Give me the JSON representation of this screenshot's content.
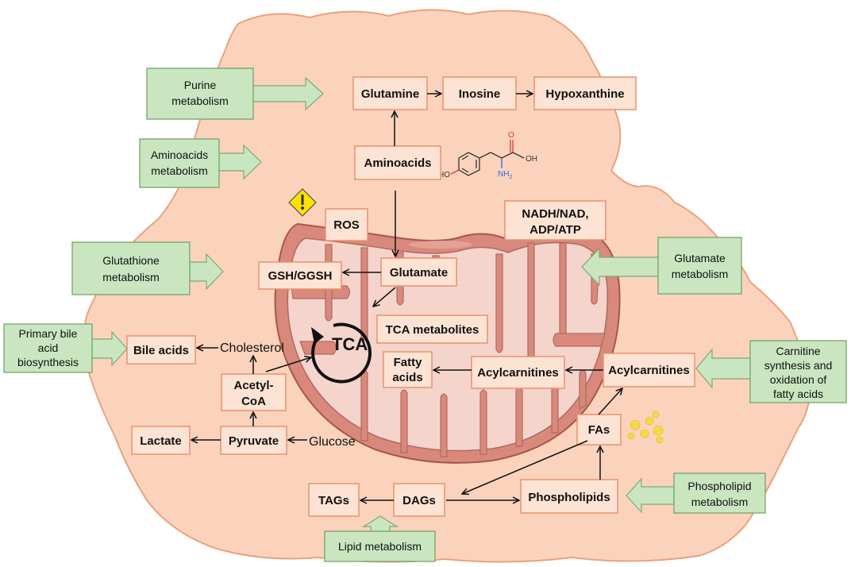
{
  "colors": {
    "cell_fill": "#fbd3bd",
    "cell_edge": "#e8a27e",
    "mito_outer": "#d9897c",
    "mito_inner": "#f5d4cc",
    "box_fill": "#fde3d3",
    "box_edge": "#e8916c",
    "pathway_fill": "#c9e6c0",
    "pathway_edge": "#6f9e62",
    "warning": "#ffe200"
  },
  "metabolites": {
    "glutamine": "Glutamine",
    "inosine": "Inosine",
    "hypoxanthine": "Hypoxanthine",
    "aminoacids": "Aminoacids",
    "ros": "ROS",
    "nadh_line1": "NADH/NAD,",
    "nadh_line2": "ADP/ATP",
    "gsh": "GSH/GGSH",
    "glutamate": "Glutamate",
    "tca_metabolites": "TCA metabolites",
    "bile_acids": "Bile acids",
    "fatty_acids_line1": "Fatty",
    "fatty_acids_line2": "acids",
    "acylcarnitines_inner": "Acylcarnitines",
    "acylcarnitines_outer": "Acylcarnitines",
    "acetylcoa_line1": "Acetyl-",
    "acetylcoa_line2": "CoA",
    "lactate": "Lactate",
    "pyruvate": "Pyruvate",
    "fas": "FAs",
    "tags": "TAGs",
    "dags": "DAGs",
    "phospholipids": "Phospholipids"
  },
  "plain_labels": {
    "cholesterol": "Cholesterol",
    "glucose": "Glucose",
    "tca": "TCA"
  },
  "molecule": {
    "o": "O",
    "oh": "OH",
    "ho": "HO",
    "nh2": "NH",
    "nh2_sub": "2"
  },
  "pathways": {
    "purine": [
      "Purine",
      "metabolism"
    ],
    "aminoacids": [
      "Aminoacids",
      "metabolism"
    ],
    "glutathione": [
      "Glutathione",
      "metabolism"
    ],
    "bile": [
      "Primary bile",
      "acid",
      "biosynthesis"
    ],
    "glutamate": [
      "Glutamate",
      "metabolism"
    ],
    "carnitine": [
      "Carnitine",
      "synthesis and",
      "oxidation of",
      "fatty acids"
    ],
    "phospholipid": [
      "Phospholipid",
      "metabolism"
    ],
    "lipid": [
      "Lipid metabolism"
    ]
  },
  "icons": {
    "warning": "warning-icon",
    "lipid_droplets": "lipid-droplets-icon",
    "tca_cycle": "cycle-arrow-icon"
  }
}
